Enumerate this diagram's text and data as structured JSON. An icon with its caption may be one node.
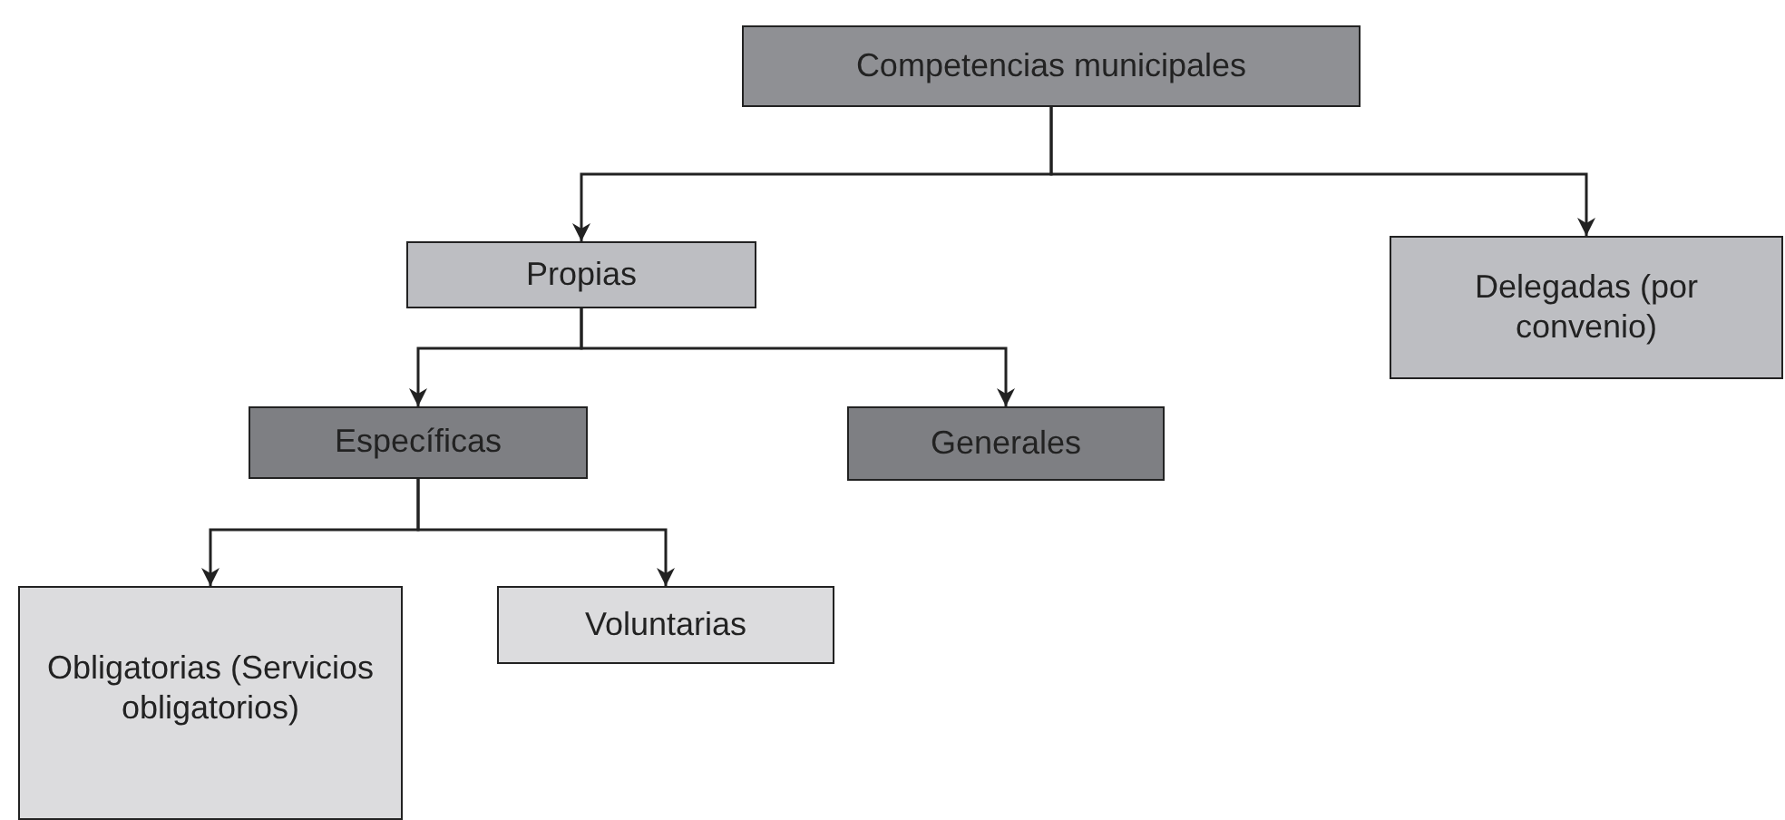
{
  "diagram": {
    "nodes": [
      {
        "text": [
          "Competencias municipales"
        ]
      },
      {
        "text": [
          "Propias"
        ]
      },
      {
        "text": [
          "Delegadas (por convenio)"
        ]
      },
      {
        "text": [
          "Específicas"
        ]
      },
      {
        "text": [
          "Generales"
        ]
      },
      {
        "text": [
          "Obligatorias (Servicios obligatorios)"
        ]
      },
      {
        "text": [
          "Voluntarias"
        ]
      }
    ],
    "edges": [
      {
        "from": 0,
        "to": 1,
        "arrow": "to"
      },
      {
        "from": 0,
        "to": 2,
        "arrow": "to"
      },
      {
        "from": 1,
        "to": 3,
        "arrow": "to"
      },
      {
        "from": 1,
        "to": 4,
        "arrow": "to"
      },
      {
        "from": 3,
        "to": 5,
        "arrow": "to"
      },
      {
        "from": 3,
        "to": 6,
        "arrow": "to"
      }
    ]
  }
}
